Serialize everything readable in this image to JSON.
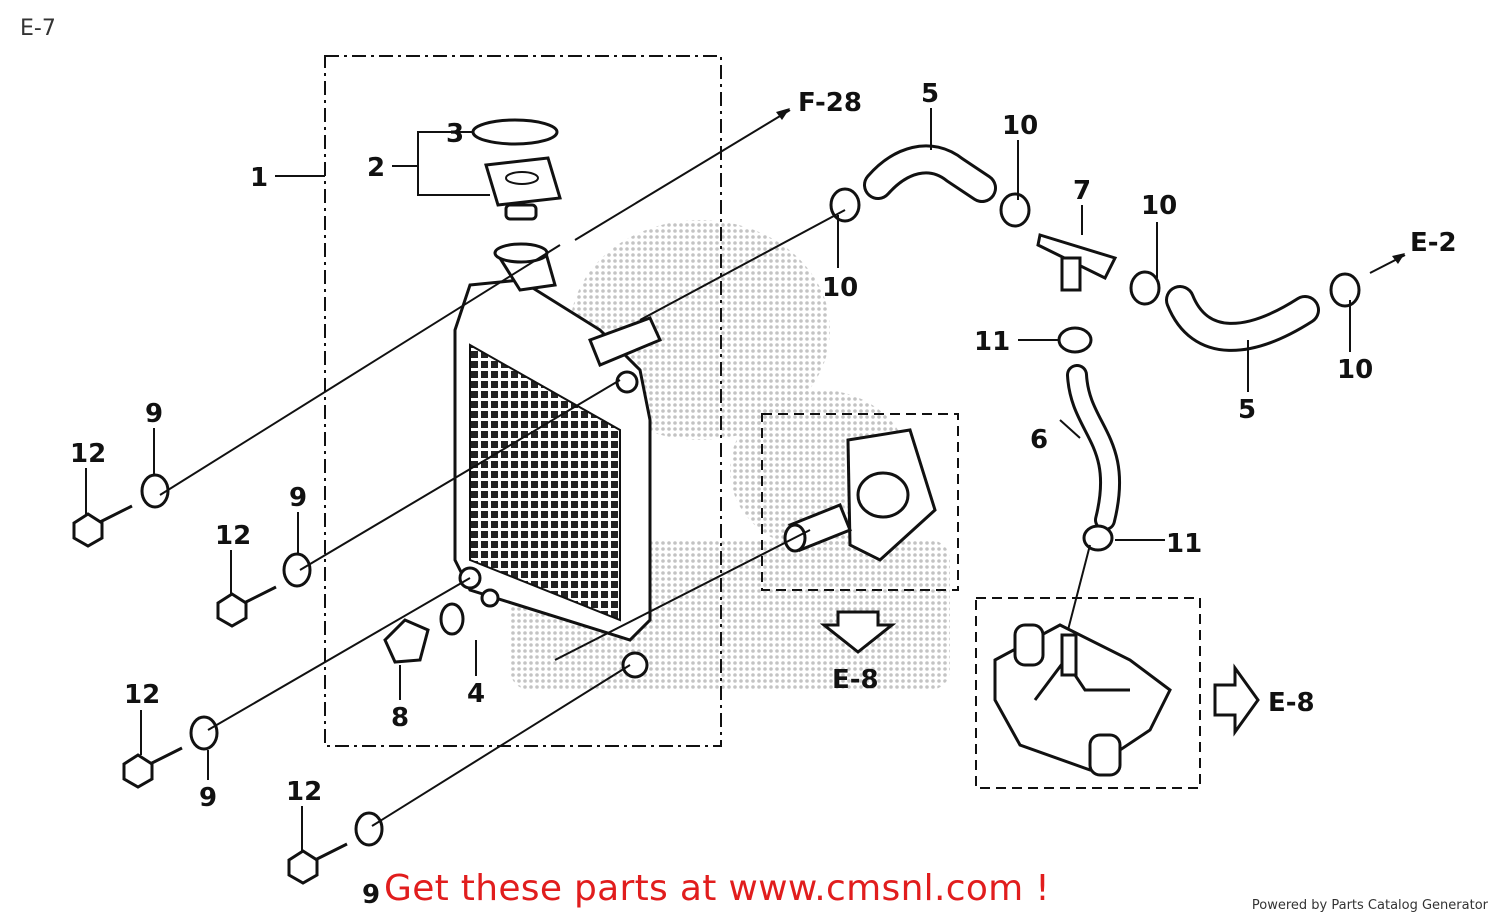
{
  "page": {
    "title": "E-7",
    "cta_text": "Get these parts at www.cmsnl.com !",
    "powered_by": "Powered by Parts Catalog Generator"
  },
  "diagram": {
    "references": [
      "F-28",
      "E-2",
      "E-8",
      "E-8"
    ],
    "callouts": [
      "1",
      "2",
      "3",
      "4",
      "5",
      "5",
      "6",
      "7",
      "8",
      "9",
      "9",
      "9",
      "9",
      "10",
      "10",
      "10",
      "10",
      "11",
      "11",
      "12",
      "12",
      "12",
      "12"
    ]
  },
  "colors": {
    "cta": "#e11d1d",
    "line": "#111111",
    "watermark": "#bdbdbd"
  }
}
